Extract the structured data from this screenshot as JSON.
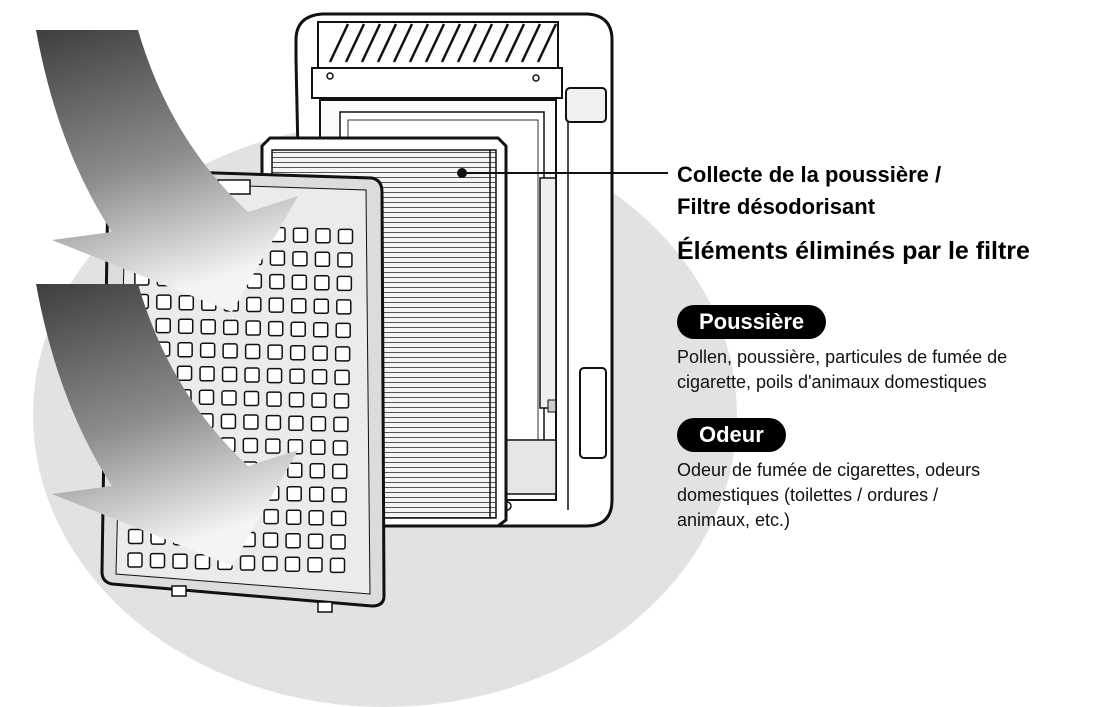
{
  "callout": {
    "line1": "Collecte de la poussière /",
    "line2": "Filtre désodorisant"
  },
  "section_title": "Éléments éliminés par le filtre",
  "categories": [
    {
      "badge": "Poussière",
      "description_lines": [
        "Pollen, poussière, particules de fumée de",
        "cigarette, poils d'animaux domestiques"
      ]
    },
    {
      "badge": "Odeur",
      "description_lines": [
        "Odeur de fumée de cigarettes, odeurs",
        "domestiques (toilettes / ordures /",
        "animaux, etc.)"
      ]
    }
  ],
  "colors": {
    "background_disc": "#e2e2e2",
    "badge_bg": "#000000",
    "badge_text": "#ffffff",
    "arrow_dark": "#4a4a4a",
    "arrow_light": "#f2f2f2"
  },
  "icons": [
    "airflow-arrow-icon",
    "airflow-arrow-icon"
  ]
}
